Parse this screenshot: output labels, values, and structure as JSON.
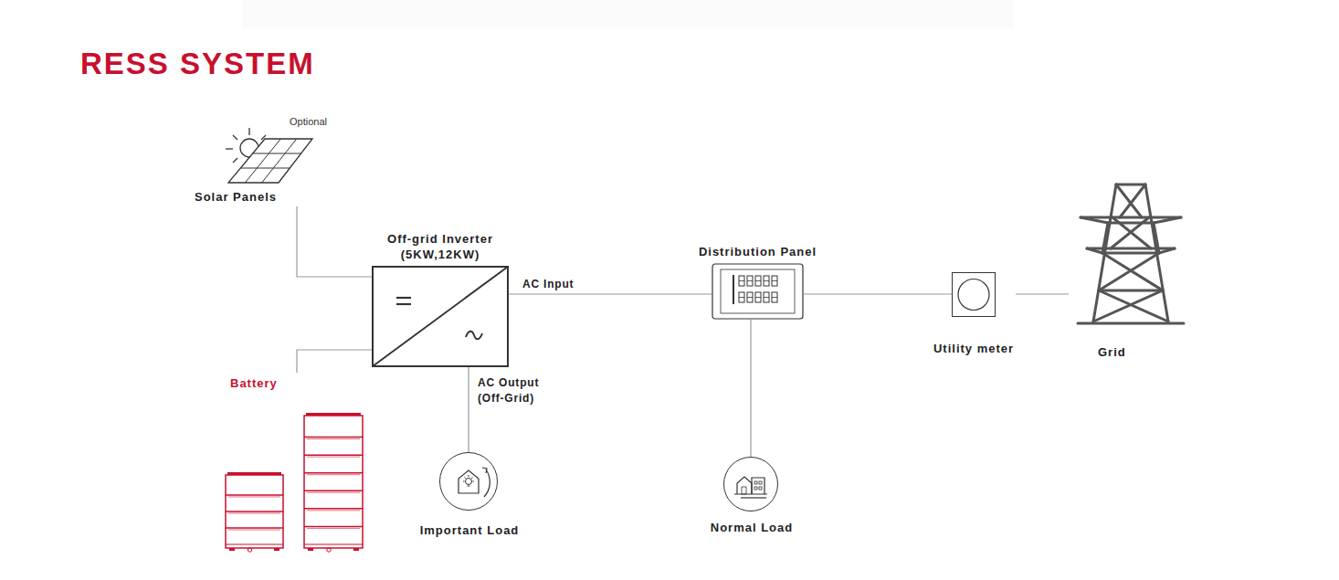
{
  "diagram": {
    "title": "RESS SYSTEM",
    "nodes": [
      {
        "text": [
          "Solar Panels"
        ]
      },
      {
        "text": [
          "Off-grid Inverter (5KW,12KW)"
        ]
      },
      {
        "text": [
          "Battery"
        ]
      },
      {
        "text": [
          "Important Load"
        ]
      },
      {
        "text": [
          "Distribution Panel"
        ]
      },
      {
        "text": [
          "Normal Load"
        ]
      },
      {
        "text": [
          "Utility meter"
        ]
      },
      {
        "text": [
          "Grid"
        ]
      }
    ],
    "edges": [
      {
        "from": 0,
        "to": 1,
        "arrow": "none"
      },
      {
        "from": 2,
        "to": 1,
        "arrow": "none"
      },
      {
        "from": 1,
        "to": 4,
        "label": "AC Input",
        "arrow": "none"
      },
      {
        "from": 1,
        "to": 3,
        "label": "AC Output (Off-Grid)",
        "arrow": "none"
      },
      {
        "from": 4,
        "to": 5,
        "arrow": "none"
      },
      {
        "from": 4,
        "to": 6,
        "arrow": "none"
      },
      {
        "from": 6,
        "to": 7,
        "arrow": "none"
      }
    ],
    "labels": [
      "Optional"
    ]
  }
}
